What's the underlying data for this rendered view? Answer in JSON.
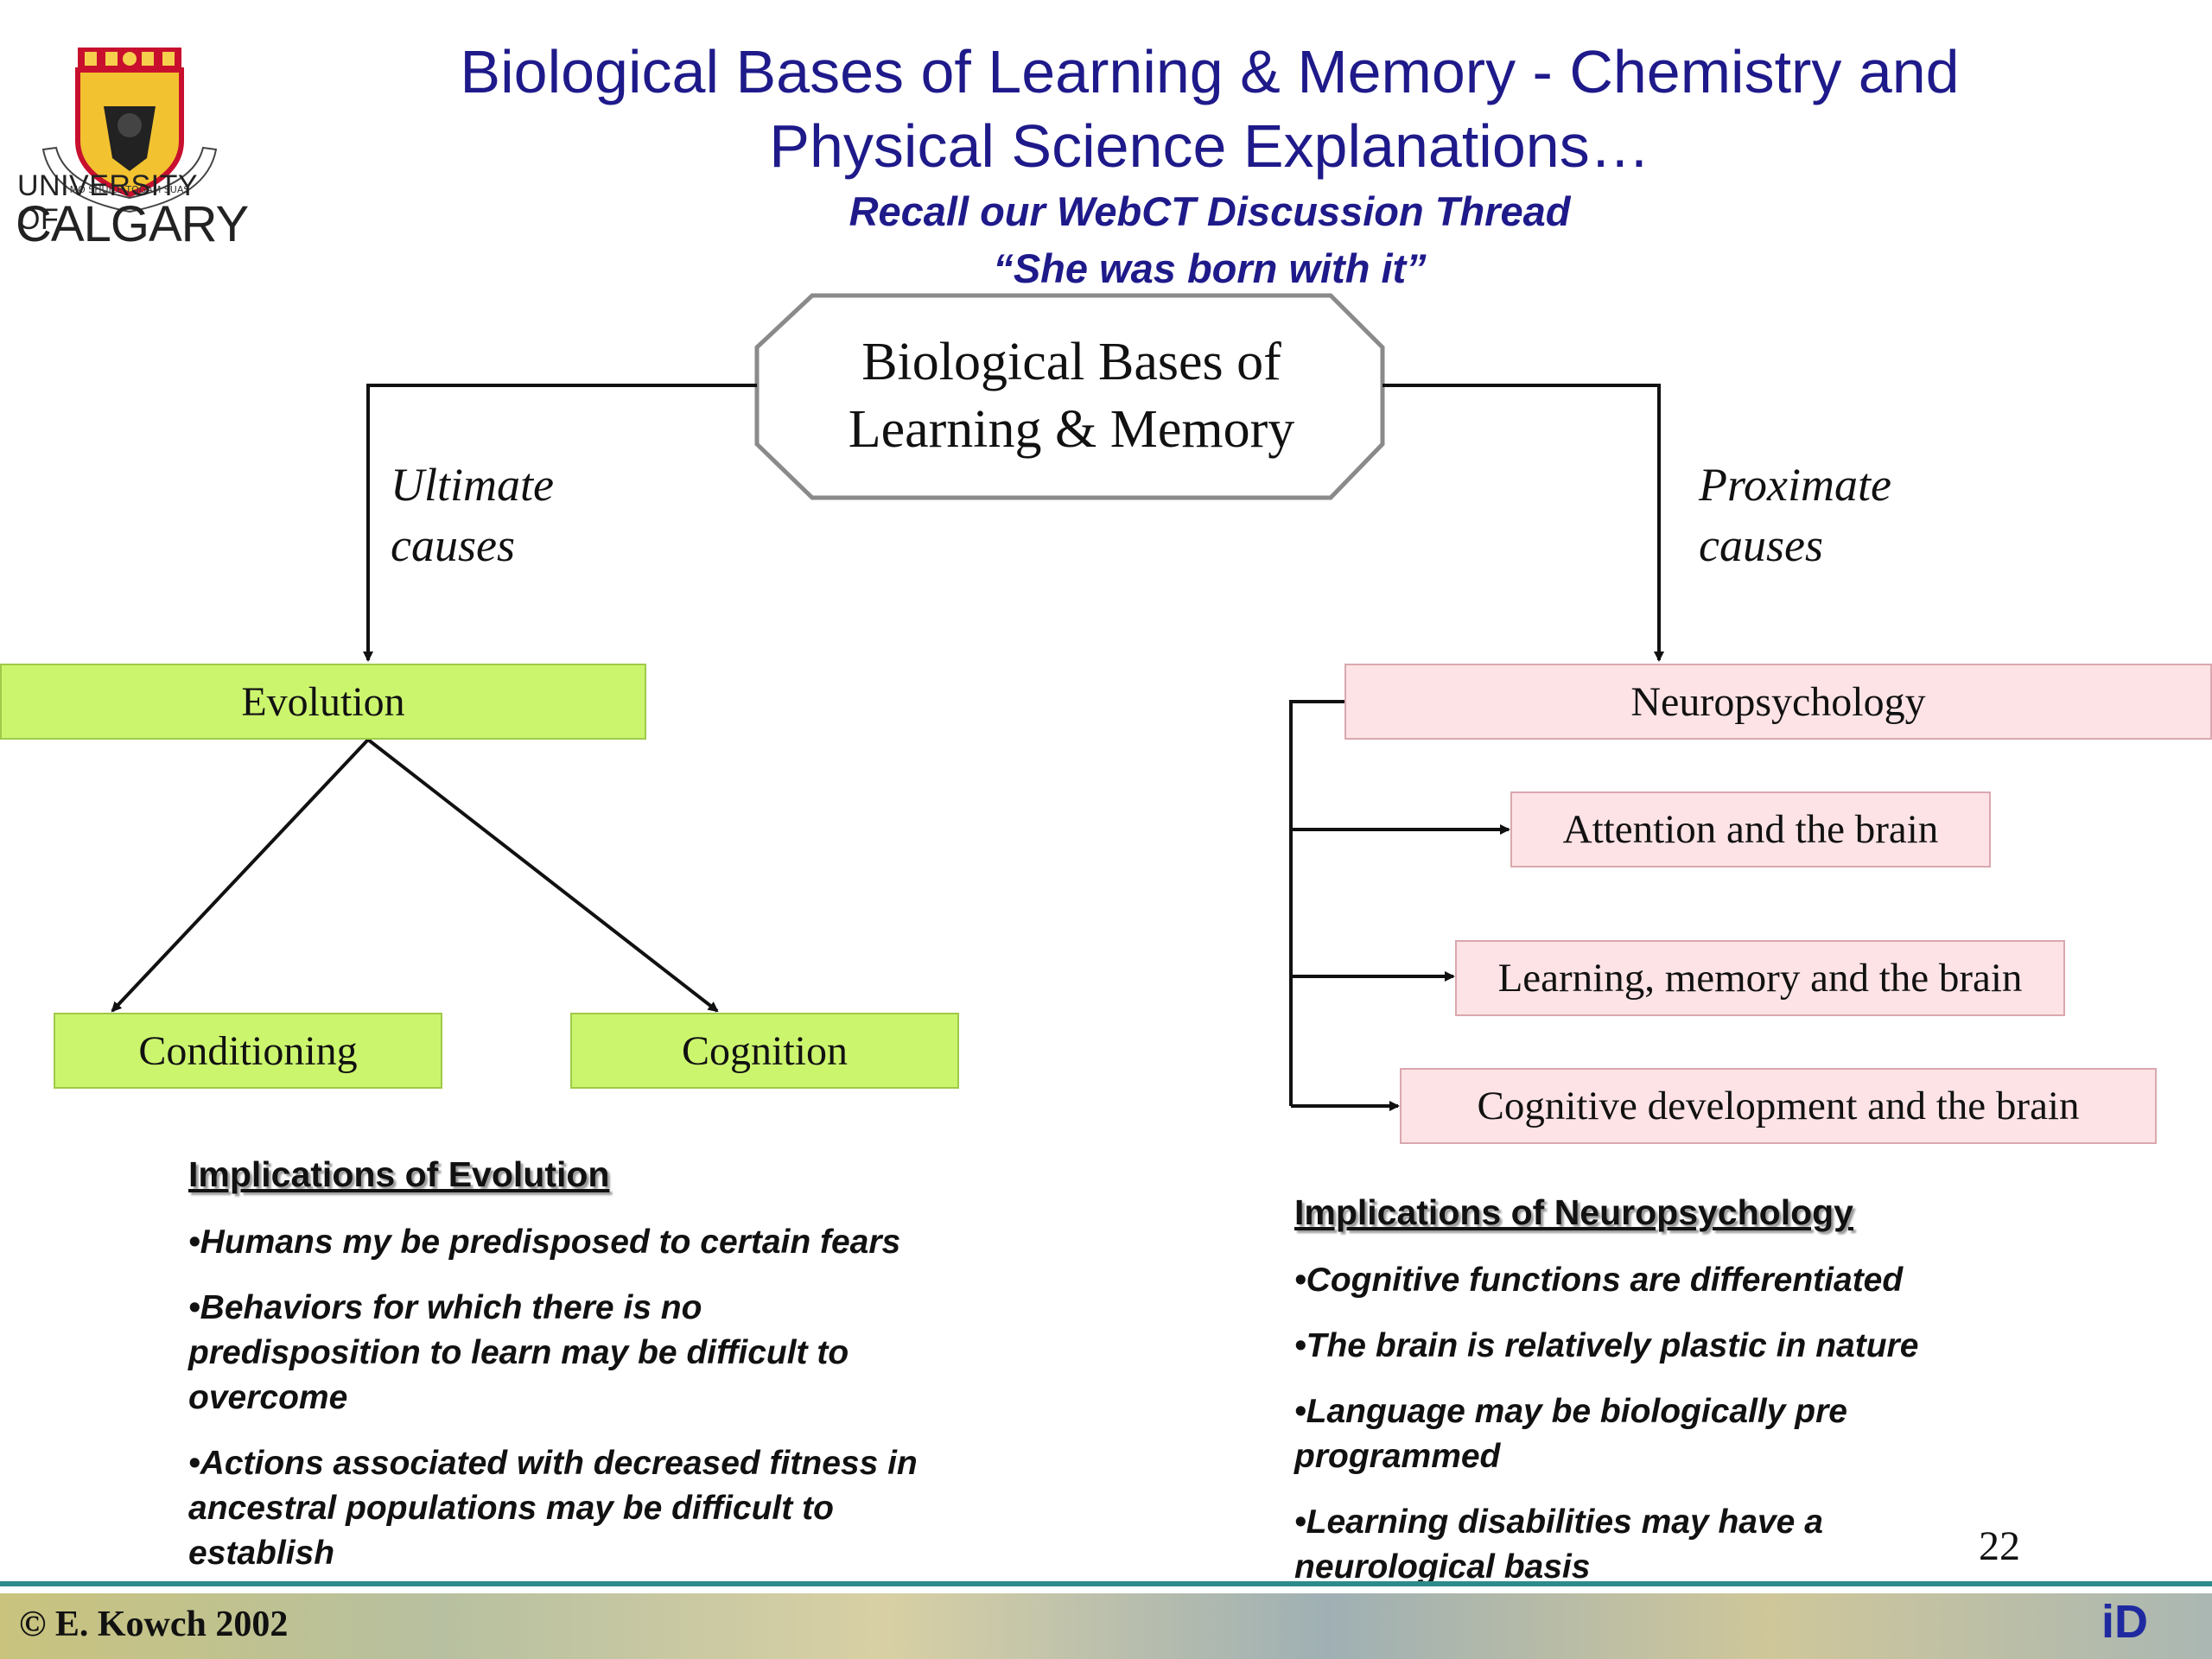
{
  "logo": {
    "name_line1": "UNIVERSITY OF",
    "name_line2": "CALGARY",
    "motto": "MO SHÙILE TOGAM SUAS"
  },
  "header": {
    "title_line1": "Biological Bases of Learning & Memory - Chemistry and",
    "title_line2": "Physical Science Explanations…",
    "subtitle_line1": "Recall our WebCT Discussion Thread",
    "subtitle_line2": "“She was born with it”"
  },
  "diagram": {
    "center_line1": "Biological Bases of",
    "center_line2": "Learning & Memory",
    "left_label_line1": "Ultimate",
    "left_label_line2": "causes",
    "right_label_line1": "Proximate",
    "right_label_line2": "causes",
    "evolution": "Evolution",
    "conditioning": "Conditioning",
    "cognition": "Cognition",
    "neuropsychology": "Neuropsychology",
    "attention": "Attention and the brain",
    "learning": "Learning, memory and the brain",
    "cogdev": "Cognitive development and the brain"
  },
  "implications_evolution": {
    "heading": "Implications of Evolution",
    "items": [
      "•Humans my be predisposed to certain fears",
      "•Behaviors for which there is no",
      "predisposition to learn may be difficult to",
      "overcome",
      "•Actions associated with decreased fitness in",
      "ancestral populations may be difficult to",
      "establish"
    ]
  },
  "implications_neuro": {
    "heading": "Implications of Neuropsychology",
    "items": [
      "•Cognitive functions are differentiated",
      "•The brain is relatively plastic in nature",
      "•Language may be biologically pre",
      "programmed",
      "•Learning disabilities may have a",
      "neurological basis"
    ]
  },
  "page_number": "22",
  "footer": {
    "copyright": "© E. Kowch 2002",
    "brand": "iD"
  },
  "colors": {
    "title_blue": "#1f1a8a",
    "green_box": "#ccf56e",
    "pink_box": "#fde3e6",
    "footer_teal": "#2e8b8b"
  }
}
